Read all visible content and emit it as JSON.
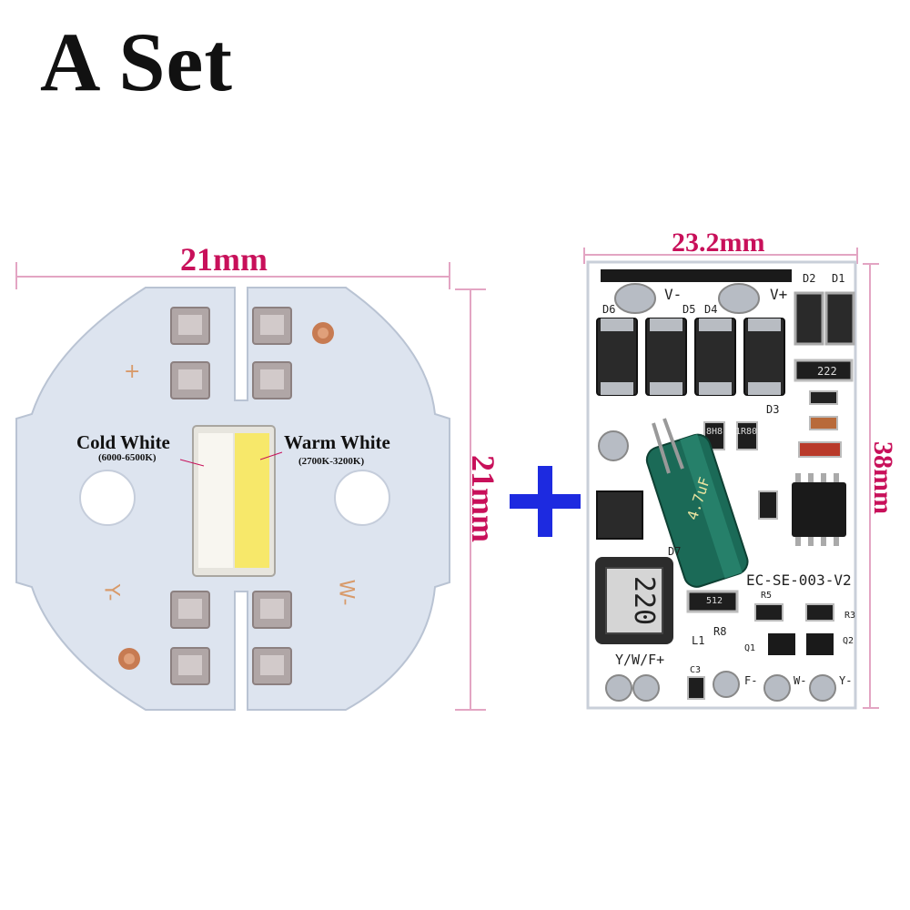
{
  "title": "A Set",
  "led_board": {
    "width_label": "21mm",
    "height_label": "21mm",
    "cold_label": "Cold White",
    "cold_temp": "(6000-6500K)",
    "warm_label": "Warm White",
    "warm_temp": "(2700K-3200K)",
    "plus_mark": "+",
    "y_mark": "Y-",
    "w_mark": "W-",
    "board_color": "#dde4ef",
    "cold_color": "#f8f6f0",
    "warm_color": "#f7e86a"
  },
  "plus_separator": "+",
  "driver_board": {
    "width_label": "23.2mm",
    "height_label": "38mm",
    "model_text": "EC-SE-003-V2",
    "inductor_text": "220",
    "bottom_text": "Y/W/F+",
    "cap_text": "4.7uF",
    "labels": {
      "v_minus": "V-",
      "v_plus": "V+",
      "d1": "D1",
      "d2": "D2",
      "d3": "D3",
      "d4": "D4",
      "d5": "D5",
      "d6": "D6",
      "d7": "D7",
      "r_222": "222",
      "r_512": "512",
      "r_1r8": "1R80",
      "r_8h8": "8H8",
      "f_minus": "F-",
      "w_minus": "W-",
      "y_minus": "Y-",
      "c3": "C3",
      "l1": "L1",
      "r8": "R8",
      "q1": "Q1",
      "q2": "Q2",
      "r5": "R5",
      "r3": "R3"
    }
  }
}
